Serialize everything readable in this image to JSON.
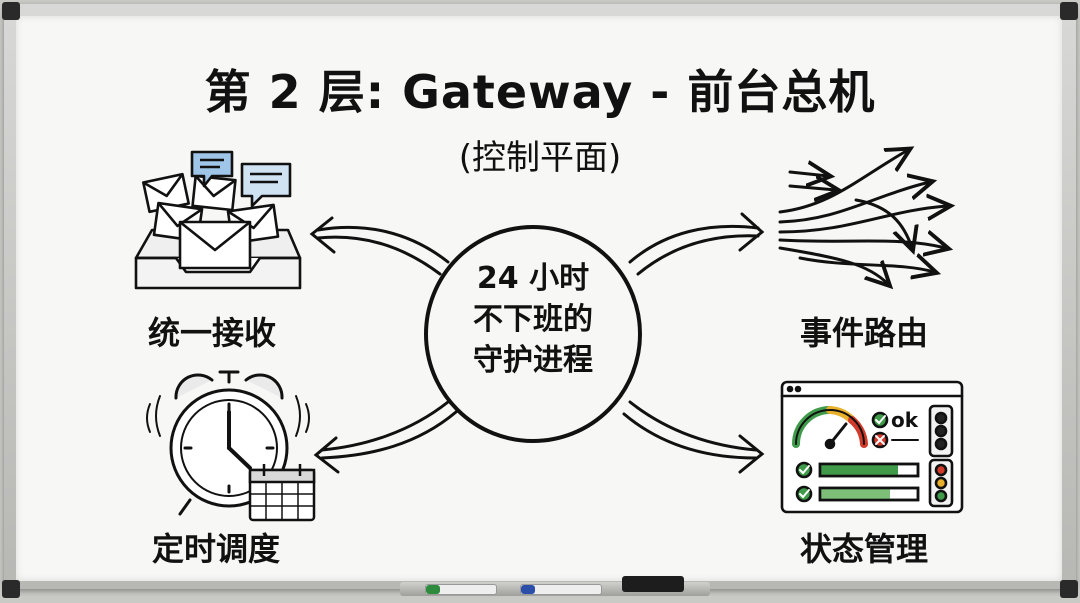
{
  "title": "第 2 层: Gateway - 前台总机",
  "subtitle": "(控制平面)",
  "center": {
    "line1": "24 小时",
    "line2": "不下班的",
    "line3": "守护进程"
  },
  "nodes": {
    "unified_receive": "统一接收",
    "scheduled_dispatch": "定时调度",
    "event_routing": "事件路由",
    "state_management": "状态管理"
  },
  "dashboard": {
    "ok_text": "ok"
  },
  "colors": {
    "ink": "#111111",
    "green": "#3f9b4a",
    "red": "#d23a2a",
    "yellow": "#e9b12b",
    "blue_note": "#9fc5e8"
  }
}
